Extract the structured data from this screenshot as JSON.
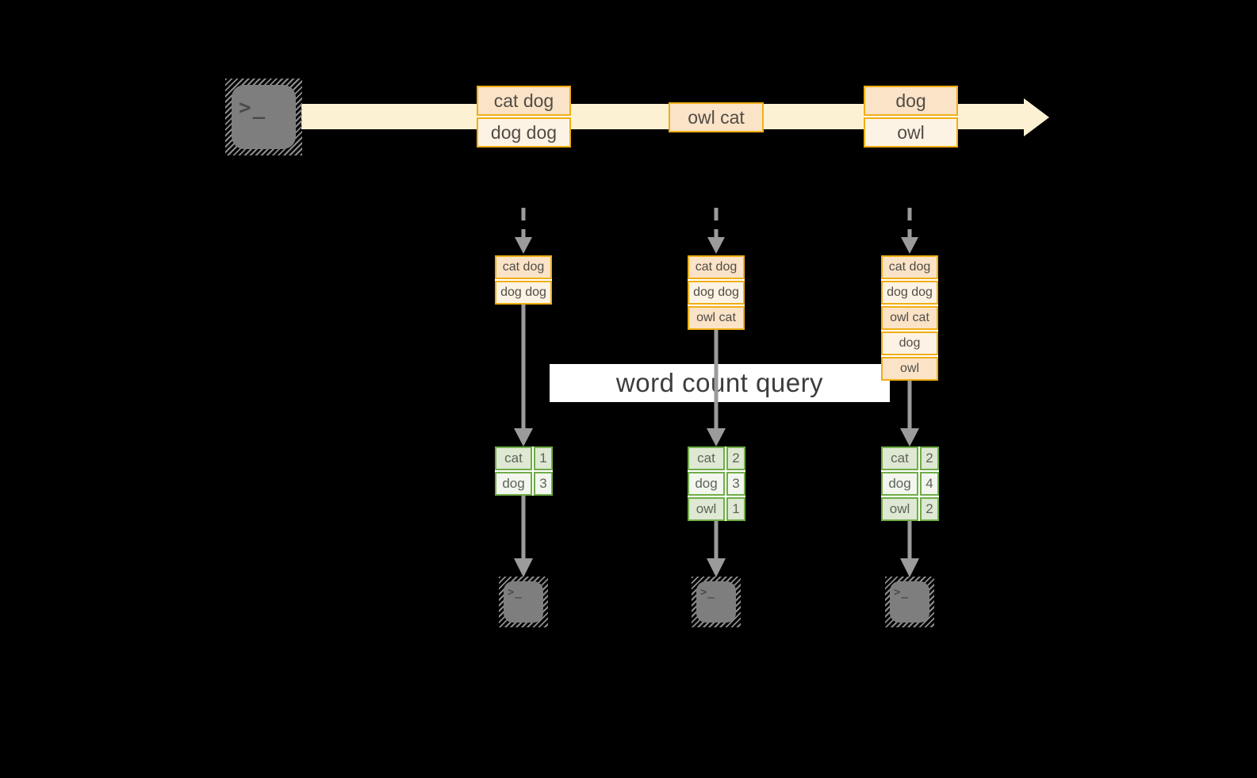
{
  "query_label": "word count query",
  "terminal_glyph": ">_",
  "stream_events": [
    {
      "rows": [
        "cat dog",
        "dog dog"
      ]
    },
    {
      "rows": [
        "owl cat"
      ]
    },
    {
      "rows": [
        "dog",
        "owl"
      ]
    }
  ],
  "pipelines": [
    {
      "buffer": [
        "cat dog",
        "dog dog"
      ],
      "counts": [
        {
          "word": "cat",
          "count": "1"
        },
        {
          "word": "dog",
          "count": "3"
        }
      ]
    },
    {
      "buffer": [
        "cat dog",
        "dog dog",
        "owl cat"
      ],
      "counts": [
        {
          "word": "cat",
          "count": "2"
        },
        {
          "word": "dog",
          "count": "3"
        },
        {
          "word": "owl",
          "count": "1"
        }
      ]
    },
    {
      "buffer": [
        "cat dog",
        "dog dog",
        "owl cat",
        "dog",
        "owl"
      ],
      "counts": [
        {
          "word": "cat",
          "count": "2"
        },
        {
          "word": "dog",
          "count": "4"
        },
        {
          "word": "owl",
          "count": "2"
        }
      ]
    }
  ],
  "colors": {
    "background": "#000000",
    "stream_band": "#FCF2D3",
    "event_border": "#F0AE14",
    "event_fill_dark": "#FBE3C8",
    "event_fill_light": "#FDF3E5",
    "table_border": "#6FAD47",
    "table_fill_dark": "#DEE8D3",
    "table_fill_light": "#F2F6EE",
    "connector_gray": "#9B9B9B",
    "terminal_gray": "#7E7E7E",
    "banner_background": "#FFFFFF"
  }
}
